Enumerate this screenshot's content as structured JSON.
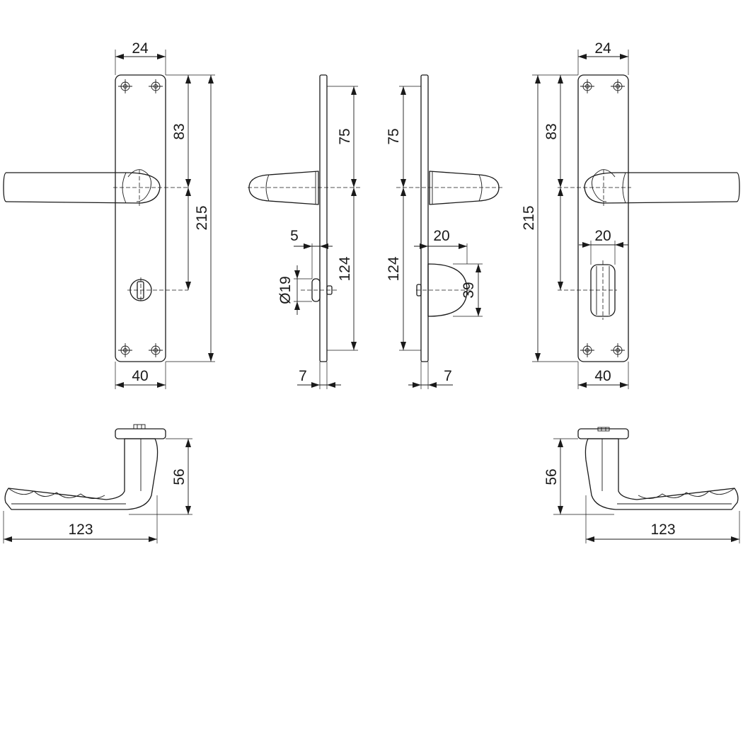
{
  "dimensions": {
    "front_left": {
      "plate_hole_spacing": "24",
      "plate_width": "40",
      "upper_height": "83",
      "total_height": "215"
    },
    "side_left": {
      "upper_height": "75",
      "lower_height": "124",
      "knob_offset": "5",
      "knob_diameter": "Ø19",
      "plate_thickness": "7"
    },
    "side_right": {
      "upper_height": "75",
      "lower_height": "124",
      "turn_length": "20",
      "turn_height": "39",
      "plate_thickness": "7"
    },
    "front_right": {
      "plate_hole_spacing": "24",
      "plate_width": "40",
      "upper_height": "83",
      "total_height": "215",
      "turn_width": "20"
    },
    "top_left": {
      "lever_projection": "56",
      "lever_length": "123"
    },
    "top_right": {
      "lever_projection": "56",
      "lever_length": "123"
    }
  }
}
